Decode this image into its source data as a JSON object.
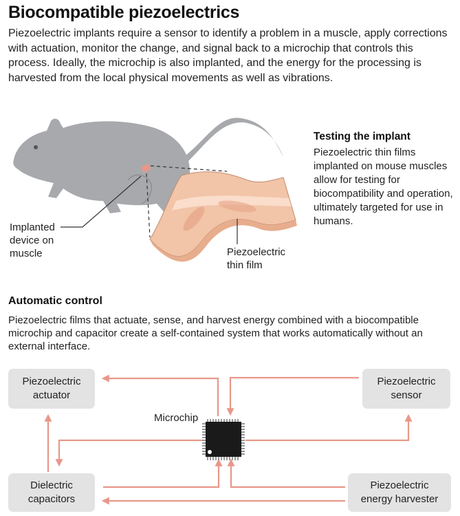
{
  "title": "Biocompatible piezoelectrics",
  "intro": "Piezoelectric implants require a sensor to identify a problem in a muscle, apply corrections with actuation, monitor the change, and signal back to a microchip that controls this process. Ideally, the microchip is also implanted, and the energy for the processing is harvested from the local physical movements as well as vibrations.",
  "testing": {
    "title": "Testing the implant",
    "text": "Piezoelectric thin films implanted on mouse muscles allow for testing for biocompatibility and operation, ultimately targeted for use in humans."
  },
  "labels": {
    "implanted": [
      "Implanted",
      "device on",
      "muscle"
    ],
    "film": [
      "Piezoelectric",
      "thin film"
    ]
  },
  "control": {
    "title": "Automatic control",
    "text": "Piezoelectric films that actuate, sense, and harvest energy combined with a biocompatible microchip and capacitor create a self-contained system that works automatically without an external interface."
  },
  "diagram": {
    "actuator": [
      "Piezoelectric",
      "actuator"
    ],
    "sensor": [
      "Piezoelectric",
      "sensor"
    ],
    "capacitors": [
      "Dielectric",
      "capacitors"
    ],
    "harvester": [
      "Piezoelectric",
      "energy harvester"
    ],
    "microchip": "Microchip"
  },
  "colors": {
    "arrow": "#e8978a",
    "box": "#e3e3e3",
    "mouse": "#a7a9ac",
    "film": "#f2c4a8"
  }
}
